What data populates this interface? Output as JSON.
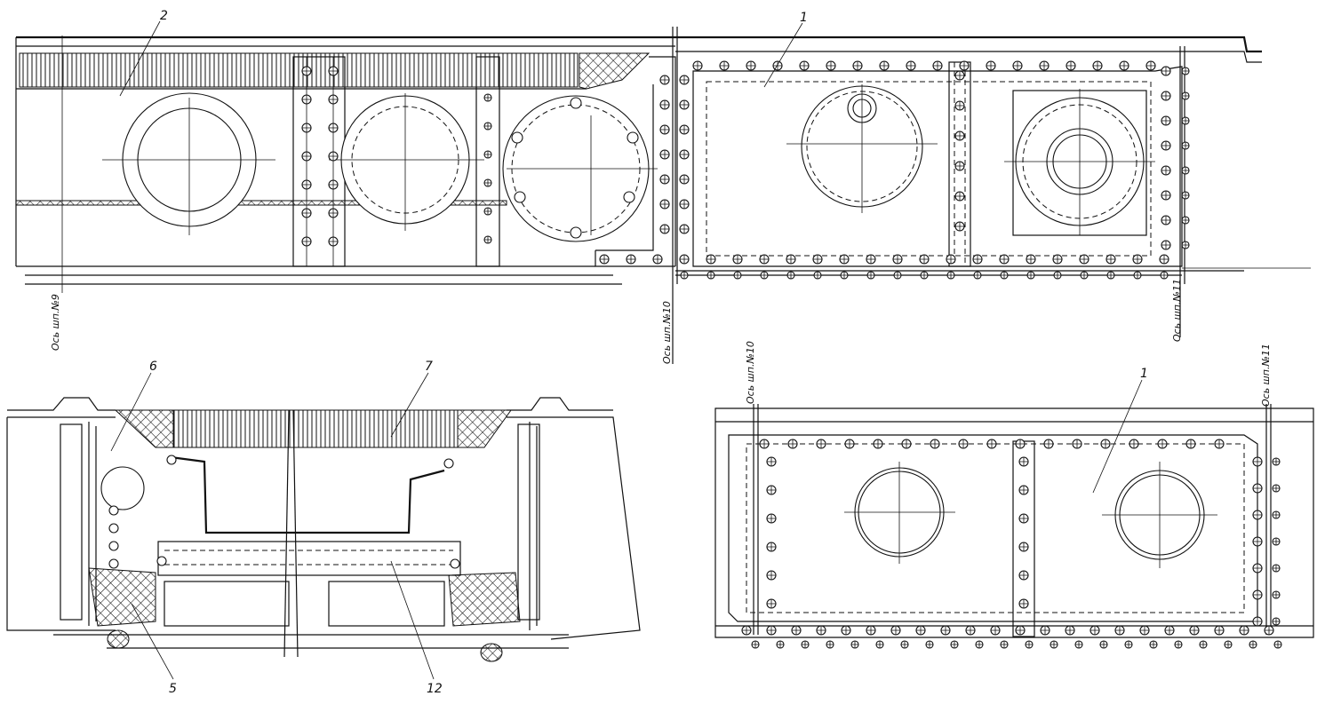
{
  "labels": {
    "n1_top": "1",
    "n2": "2",
    "n6": "6",
    "n7": "7",
    "n5": "5",
    "n12": "12",
    "n1_bottom": "1"
  },
  "axes": {
    "axis9": "Ось шп.№9",
    "axis10_top": "Ось шп.№10",
    "axis11_top": "Ось шп.№11",
    "axis10_bottom": "Ось шп.№10",
    "axis11_bottom": "Ось шп.№11"
  }
}
